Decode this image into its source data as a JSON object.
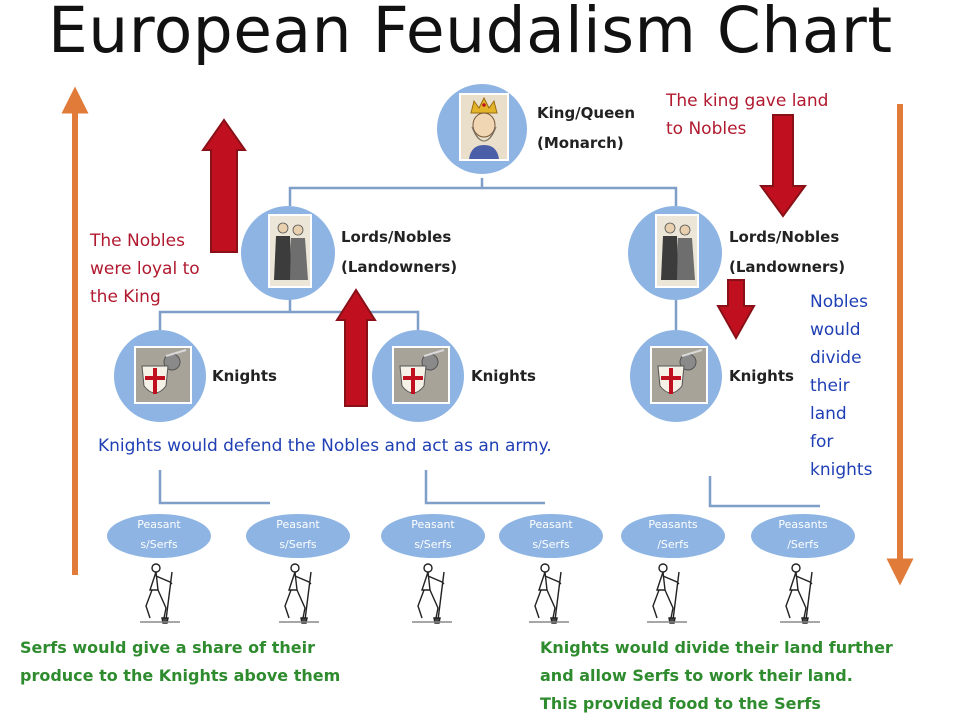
{
  "title": "European Feudalism Chart",
  "monarch": {
    "line1": "King/Queen",
    "line2": "(Monarch)"
  },
  "nobles": [
    {
      "line1": "Lords/Nobles",
      "line2": "(Landowners)"
    },
    {
      "line1": "Lords/Nobles",
      "line2": "(Landowners)"
    }
  ],
  "knights": [
    "Knights",
    "Knights",
    "Knights"
  ],
  "peasants": [
    {
      "line1": "Peasant",
      "line2": "s/Serfs"
    },
    {
      "line1": "Peasant",
      "line2": "s/Serfs"
    },
    {
      "line1": "Peasant",
      "line2": "s/Serfs"
    },
    {
      "line1": "Peasant",
      "line2": "s/Serfs"
    },
    {
      "line1": "Peasants",
      "line2": "/Serfs"
    },
    {
      "line1": "Peasants",
      "line2": "/Serfs"
    }
  ],
  "notes": {
    "king_gave": [
      "The king gave land",
      "to Nobles"
    ],
    "nobles_loyal": [
      "The Nobles",
      "were loyal to",
      "the King"
    ],
    "nobles_divide": [
      "Nobles",
      "would",
      "divide",
      "their",
      "land",
      "for",
      "knights"
    ],
    "knights_defend": "Knights would defend the Nobles and act as an army.",
    "serfs_give": [
      "Serfs would give a share of their",
      "produce to the Knights above them"
    ],
    "knights_divide": [
      "Knights would divide their land further",
      "and allow Serfs to work their land.",
      "This provided food to the Serfs"
    ]
  },
  "colors": {
    "node_fill": "#8eb4e3",
    "connector": "#7f9fc8",
    "red_arrow": "#c0101f",
    "orange_arrow": "#e07b39",
    "red_text": "#b0192e",
    "blue_text": "#1f3fb5",
    "green_text": "#2e8b2e"
  }
}
